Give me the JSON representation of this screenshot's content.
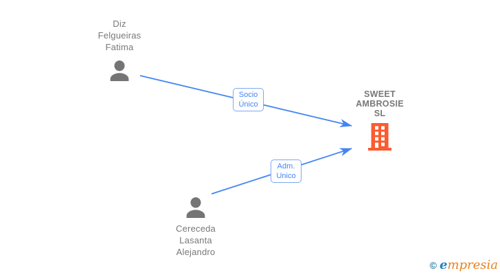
{
  "diagram": {
    "persons": [
      {
        "name": "Diz Felgueiras Fatima",
        "lines": [
          "Diz",
          "Felgueiras",
          "Fatima"
        ],
        "role": "Socio Único"
      },
      {
        "name": "Cereceda Lasanta Alejandro",
        "lines": [
          "Cereceda",
          "Lasanta",
          "Alejandro"
        ],
        "role": "Adm. Unico"
      }
    ],
    "company": {
      "name": "SWEET AMBROSIE SL",
      "lines": [
        "SWEET",
        "AMBROSIE",
        "SL"
      ]
    },
    "edges": [
      {
        "from": "Diz Felgueiras Fatima",
        "to": "SWEET AMBROSIE SL",
        "label": "Socio Único",
        "label_lines": [
          "Socio",
          "Único"
        ]
      },
      {
        "from": "Cereceda Lasanta Alejandro",
        "to": "SWEET AMBROSIE SL",
        "label": "Adm. Unico",
        "label_lines": [
          "Adm.",
          "Unico"
        ]
      }
    ],
    "colors": {
      "edge": "#4285f4",
      "edge_label_text": "#4285f4",
      "edge_label_border": "#7aa9f2",
      "person_icon": "#757575",
      "company_icon": "#fb5b2e",
      "node_text": "#787878"
    }
  },
  "watermark": {
    "copyright": "©",
    "brand_first": "e",
    "brand_rest": "mpresia",
    "copyright_color": "#2d7d9d",
    "brand_first_color": "#1e82c6",
    "brand_rest_color": "#e8821c"
  }
}
